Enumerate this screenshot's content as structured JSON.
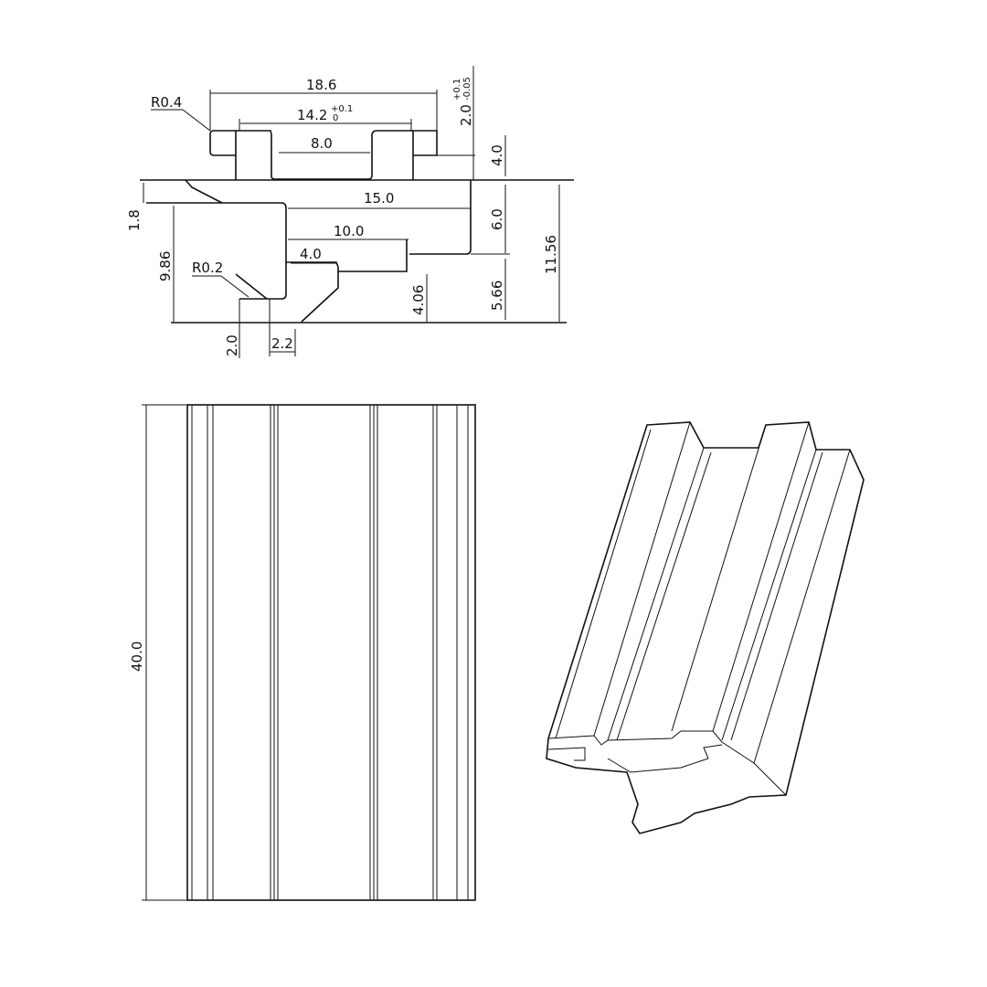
{
  "cross_section": {
    "dim_18_6": "18.6",
    "dim_14_2": "14.2",
    "dim_14_2_tol_upper": "+0.1",
    "dim_14_2_tol_lower": "0",
    "dim_8_0": "8.0",
    "radius_r0_4": "R0.4",
    "dim_2_0_top": "2.0",
    "dim_2_0_tol_upper": "+0.1",
    "dim_2_0_tol_lower": "-0.05",
    "dim_4_0_right": "4.0",
    "dim_15_0": "15.0",
    "dim_10_0": "10.0",
    "dim_4_0_inner": "4.0",
    "radius_r0_2": "R0.2",
    "dim_1_8": "1.8",
    "dim_9_86": "9.86",
    "dim_6_0": "6.0",
    "dim_5_66": "5.66",
    "dim_11_56": "11.56",
    "dim_4_06": "4.06",
    "dim_2_0_bottom": "2.0",
    "dim_2_2": "2.2"
  },
  "front_view": {
    "dim_length": "40.0"
  }
}
